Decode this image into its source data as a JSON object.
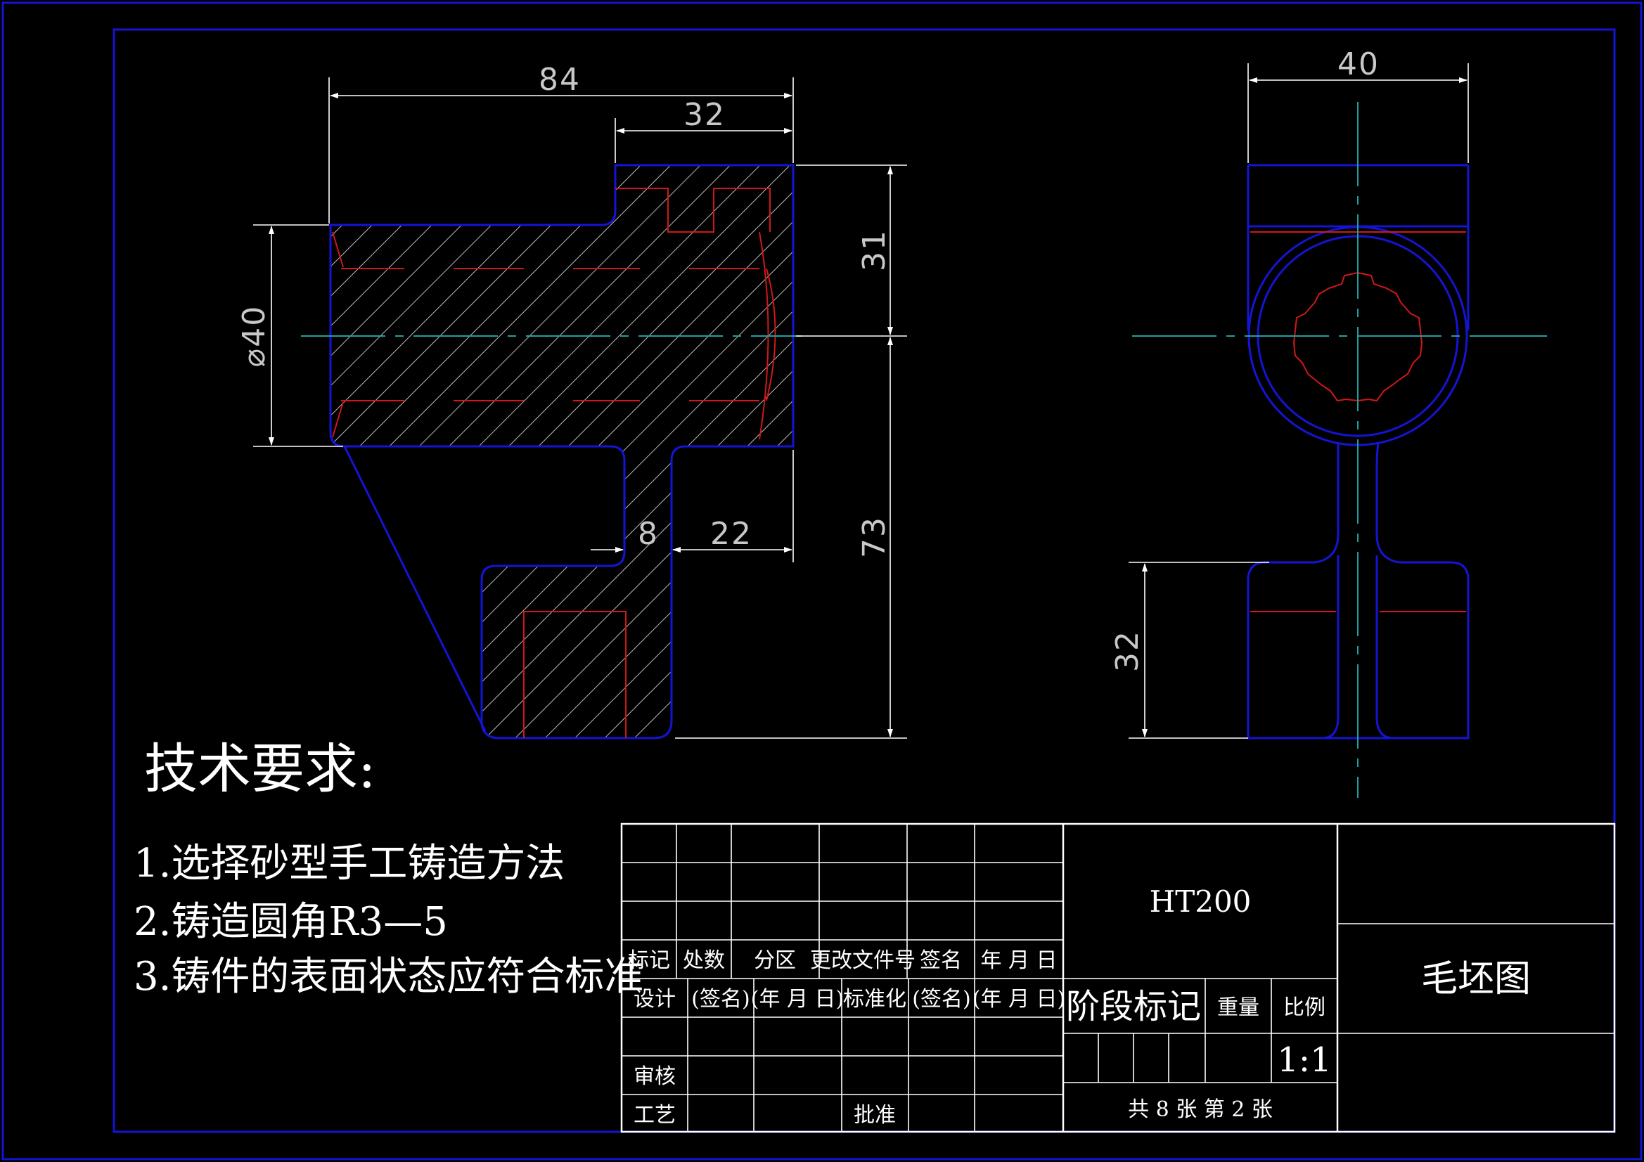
{
  "colors": {
    "background": "#000000",
    "outline": "#1414d4",
    "hatch": "#c8c8c8",
    "hidden_red": "#d01818",
    "centerline": "#20a0a0",
    "white": "#ffffff"
  },
  "dimensions": {
    "d84": "84",
    "d32_top": "32",
    "d31": "31",
    "d73": "73",
    "d40_dia": "⌀40",
    "d8": "8",
    "d22": "22",
    "d40_side": "40",
    "d32_side": "32"
  },
  "tech": {
    "title": "技术要求:",
    "items": [
      "1.选择砂型手工铸造方法",
      "2.铸造圆角R3—5",
      "3.铸件的表面状态应符合标准"
    ]
  },
  "titleblock": {
    "row1": [
      "标记",
      "处数",
      "分区",
      "更改文件号",
      "签名",
      "年 月 日"
    ],
    "row2": [
      "设计",
      "(签名)",
      "(年 月 日)",
      "标准化",
      "(签名)",
      "(年 月 日)"
    ],
    "review": "审核",
    "process": "工艺",
    "approve": "批准",
    "material": "HT200",
    "stage_mark": "阶段标记",
    "weight": "重量",
    "scale_label": "比例",
    "scale": "1:1",
    "sheets": "共 8 张  第 2 张",
    "drawing_name": "毛坯图"
  }
}
